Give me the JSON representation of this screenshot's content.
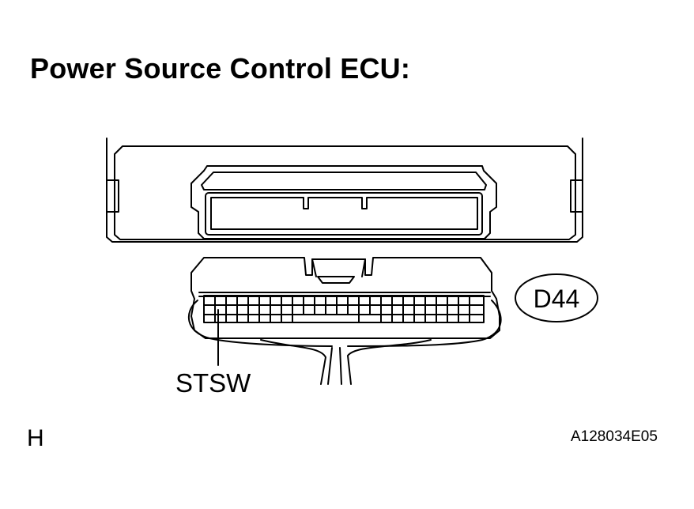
{
  "title": "Power Source Control ECU:",
  "connector_code": "D44",
  "terminal_label": "STSW",
  "corner_letter": "H",
  "figure_id": "A128034E05"
}
